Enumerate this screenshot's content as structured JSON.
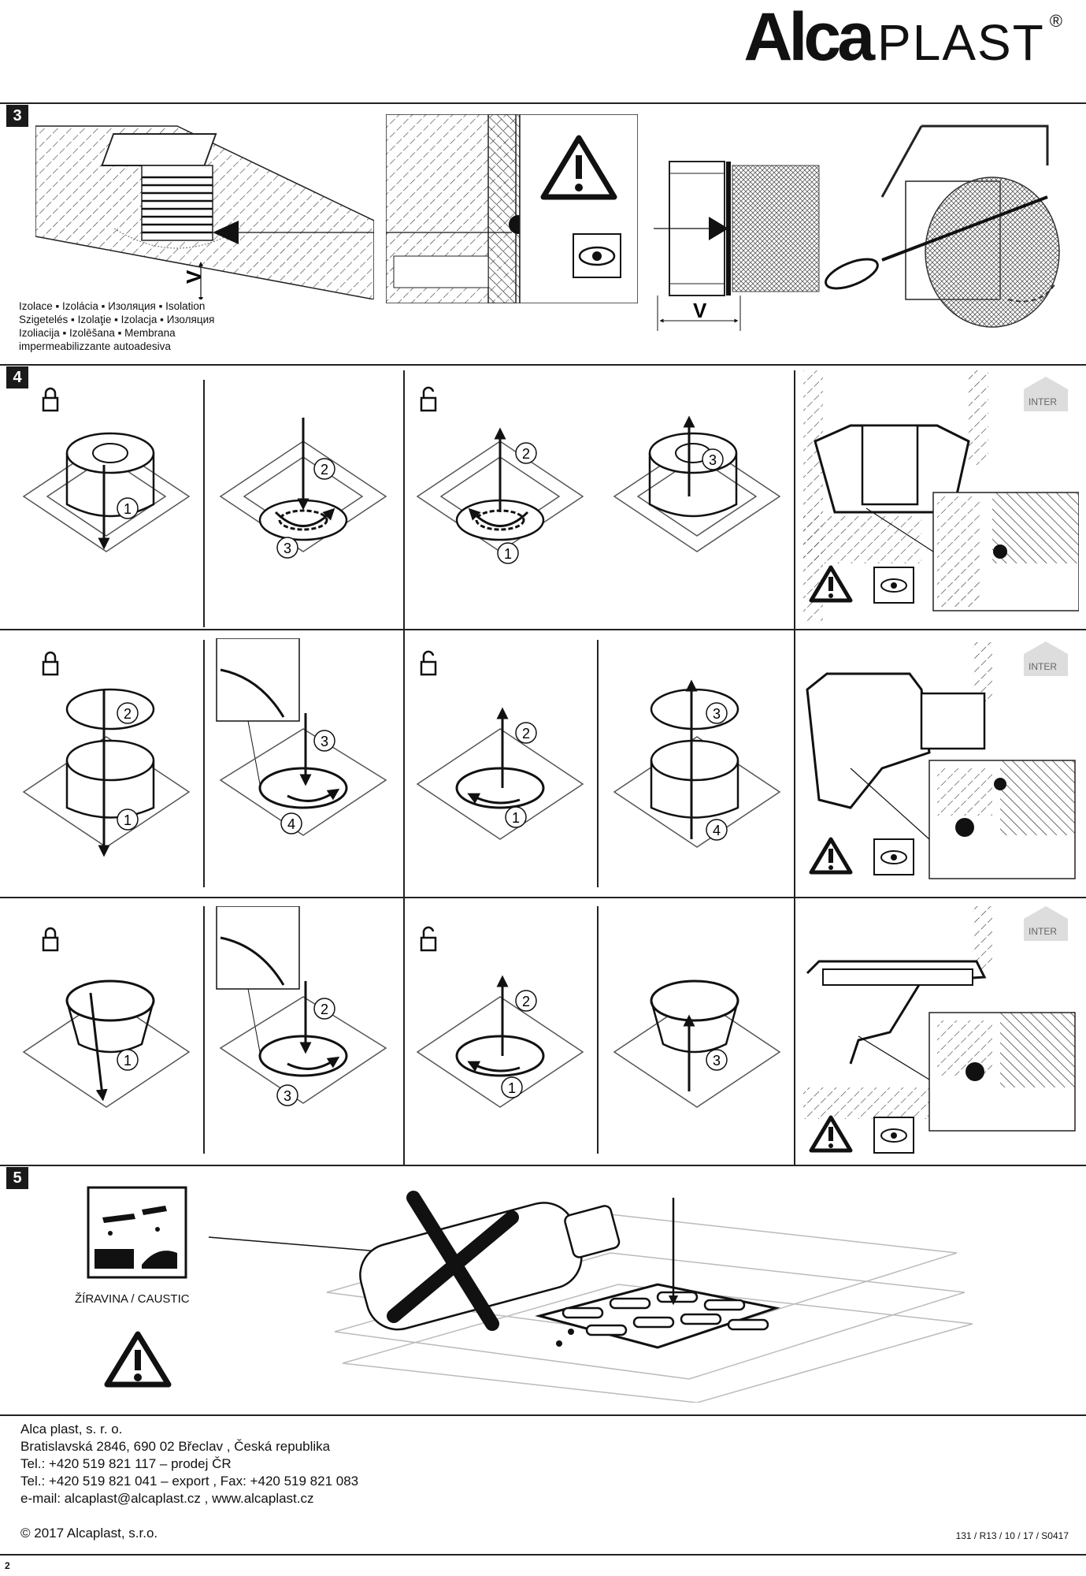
{
  "brand": {
    "name_bold": "Alca",
    "name_light": "PLAST",
    "registered": "®"
  },
  "sections": {
    "s3": {
      "number": "3",
      "isolation_lines": [
        "Izolace ▪ Izolácia ▪ Изоляция ▪ Isolation",
        "Szigetelés ▪ Izolaţie ▪ Izolacja ▪ Изоляция",
        "Izoliacija ▪ Izolēšana ▪ Membrana",
        "impermeabilizzante autoadesiva"
      ],
      "dimension_label": "V"
    },
    "s4": {
      "number": "4",
      "inter_label": "INTER",
      "steps": [
        "1",
        "2",
        "3",
        "4"
      ]
    },
    "s5": {
      "number": "5",
      "caustic_label": "ŽÍRAVINA / CAUSTIC"
    }
  },
  "footer": {
    "company": "Alca plast, s. r. o.",
    "address": "Bratislavská 2846, 690 02 Břeclav , Česká republika",
    "tel1": "Tel.: +420 519 821 117 – prodej ČR",
    "tel2": "Tel.: +420 519 821 041 – export , Fax: +420 519 821 083",
    "email": "e-mail: alcaplast@alcaplast.cz , www.alcaplast.cz",
    "copyright": "© 2017 Alcaplast, s.r.o.",
    "doc_code": "131 / R13 / 10 / 17 / S0417",
    "page_number": "2"
  }
}
